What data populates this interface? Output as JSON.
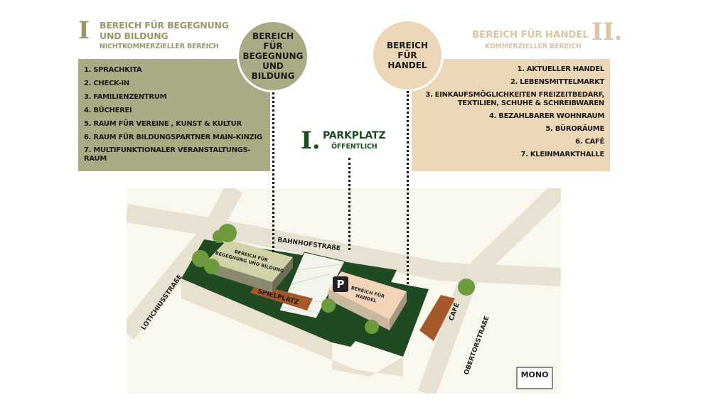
{
  "left": {
    "numeral": "I",
    "title_line1": "BEREICH FÜR BEGEGNUNG",
    "title_line2": "UND BILDUNG",
    "subtitle": "NICHTKOMMERZIELLER BEREICH",
    "items": [
      "1. SPRACHKITA",
      "2. CHECK-IN",
      "3. FAMILIENZENTRUM",
      "4. BÜCHEREI",
      "5. RAUM FÜR VEREINE , KUNST & KULTUR",
      "6. RAUM FÜR BILDUNGSPARTNER MAIN-KINZIG",
      "7. MULTIFUNKTIONALER VERANSTALTUNGS-RAUM"
    ],
    "circle": [
      "BEREICH",
      "FÜR",
      "BEGEGNUNG",
      "UND",
      "BILDUNG"
    ]
  },
  "right": {
    "numeral": "II.",
    "title": "BEREICH FÜR HANDEL",
    "subtitle": "KOMMERZIELLER BEREICH",
    "items": [
      "1. AKTUELLER HANDEL",
      "2. LEBENSMITTELMARKT",
      "3. EINKAUFSMÖGLICHKEITEN FREIZEITBEDARF, TEXTILIEN, SCHUHE & SCHREIBWAREN",
      "4. BEZAHLBARER WOHNRAUM",
      "5. BÜRORÄUME",
      "6. CAFÉ",
      "7. KLEINMARKTHALLE"
    ],
    "circle": [
      "BEREICH",
      "FÜR",
      "HANDEL"
    ]
  },
  "parking": {
    "numeral": "I.",
    "title": "PARKPLATZ",
    "subtitle": "ÖFFENTLICH",
    "sign": "P"
  },
  "map": {
    "streets": {
      "bahnhof": "BAHNHOFSTRAßE",
      "lotichius": "LOTICHIUSSTRAßE",
      "obertor": "OBERTORSTRAßE"
    },
    "building1": [
      "BEREICH FÜR",
      "BEGEGNUNG UND BILDUNG"
    ],
    "building2": [
      "BEREICH FÜR",
      "HANDEL"
    ],
    "spielplatz": "SPIELPLATZ",
    "cafe": "CAFÉ",
    "logo": "MONO"
  },
  "colors": {
    "olive": "#a9ab85",
    "beige": "#ecd6b8",
    "green": "#1f4a22",
    "olive_text": "#9a9768",
    "beige_text": "#d8c6a4"
  }
}
